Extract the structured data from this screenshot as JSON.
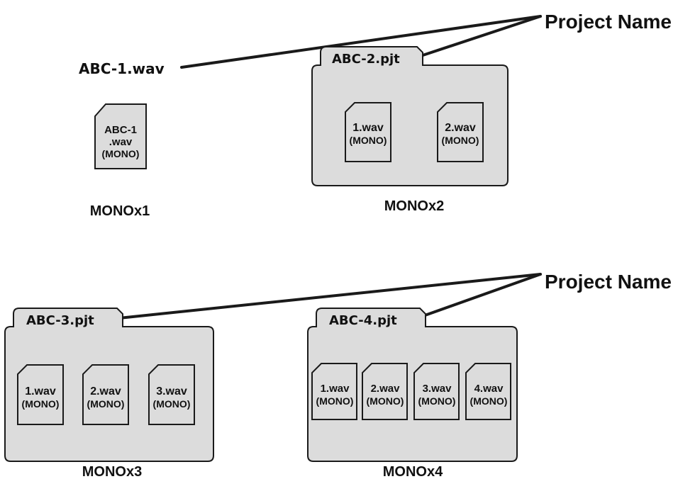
{
  "project_name_label": "Project Name",
  "colors": {
    "fill": "#dcdcdc",
    "stroke": "#1a1a1a",
    "text": "#111111"
  },
  "single_file": {
    "label": "ABC-1.wav",
    "icon_lines": [
      "ABC-1",
      ".wav",
      "(MONO)"
    ],
    "caption": "MONOx1"
  },
  "projects": [
    {
      "tab": "ABC-2.pjt",
      "caption": "MONOx2",
      "files": [
        [
          "1.wav",
          "(MONO)"
        ],
        [
          "2.wav",
          "(MONO)"
        ]
      ]
    },
    {
      "tab": "ABC-3.pjt",
      "caption": "MONOx3",
      "files": [
        [
          "1.wav",
          "(MONO)"
        ],
        [
          "2.wav",
          "(MONO)"
        ],
        [
          "3.wav",
          "(MONO)"
        ]
      ]
    },
    {
      "tab": "ABC-4.pjt",
      "caption": "MONOx4",
      "files": [
        [
          "1.wav",
          "(MONO)"
        ],
        [
          "2.wav",
          "(MONO)"
        ],
        [
          "3.wav",
          "(MONO)"
        ],
        [
          "4.wav",
          "(MONO)"
        ]
      ]
    }
  ]
}
